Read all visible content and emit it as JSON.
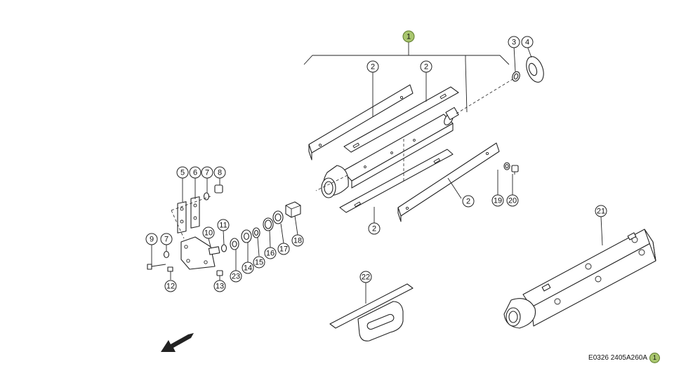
{
  "diagram": {
    "callouts": [
      {
        "label": "1",
        "highlight": true
      },
      {
        "label": "2"
      },
      {
        "label": "2"
      },
      {
        "label": "2"
      },
      {
        "label": "2"
      },
      {
        "label": "3"
      },
      {
        "label": "4"
      },
      {
        "label": "5"
      },
      {
        "label": "6"
      },
      {
        "label": "7"
      },
      {
        "label": "7"
      },
      {
        "label": "8"
      },
      {
        "label": "9"
      },
      {
        "label": "10"
      },
      {
        "label": "11"
      },
      {
        "label": "12"
      },
      {
        "label": "13"
      },
      {
        "label": "14"
      },
      {
        "label": "15"
      },
      {
        "label": "16"
      },
      {
        "label": "17"
      },
      {
        "label": "18"
      },
      {
        "label": "19"
      },
      {
        "label": "20"
      },
      {
        "label": "21"
      },
      {
        "label": "22"
      },
      {
        "label": "23"
      }
    ],
    "drawing_code": "E0326 2405A260A",
    "drawing_code_badge": "1",
    "highlight_color": "#a9c66f"
  }
}
